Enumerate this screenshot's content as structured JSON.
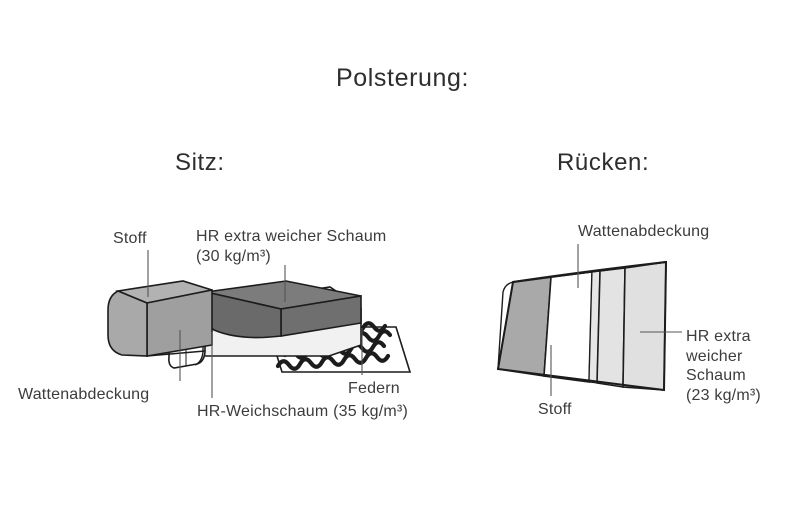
{
  "page": {
    "background_color": "#ffffff",
    "text_color": "#3c3c3c",
    "language": "de"
  },
  "headings": {
    "title": "Polsterung:",
    "seat_section": "Sitz:",
    "back_section": "Rücken:"
  },
  "seat_diagram": {
    "name": "seat-cushion-cutaway",
    "labels": {
      "fabric": "Stoff",
      "top_foam_line1": "HR extra weicher Schaum",
      "top_foam_line2": "(30 kg/m³)",
      "wadding": "Wattenabdeckung",
      "core_foam": "HR-Weichschaum (35 kg/m³)",
      "springs": "Federn"
    },
    "layer_colors": {
      "fabric": "#a9a9a9",
      "wadding": "#ffffff",
      "core_foam": "#f1f1f1",
      "top_foam": "#6f6f6f",
      "springs_base": "#ffffff",
      "outline": "#1c1c1c"
    }
  },
  "back_diagram": {
    "name": "backrest-cutaway",
    "labels": {
      "wadding": "Wattenabdeckung",
      "foam_line1": "HR extra",
      "foam_line2": "weicher",
      "foam_line3": "Schaum",
      "foam_line4": "(23 kg/m³)",
      "fabric": "Stoff"
    },
    "layer_colors": {
      "fabric": "#a9a9a9",
      "wadding": "#ffffff",
      "thin_band": "#e6e6e6",
      "foam": "#e3e3e3",
      "outline": "#1c1c1c"
    }
  },
  "leader_lines": {
    "color": "#555555",
    "width": 1
  }
}
